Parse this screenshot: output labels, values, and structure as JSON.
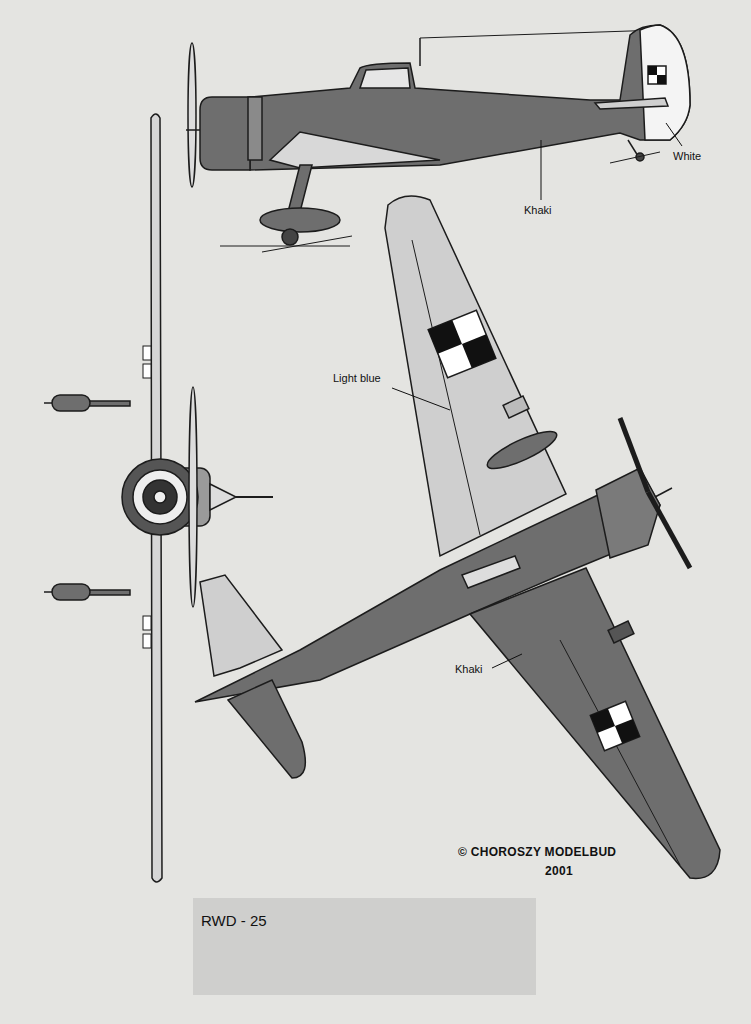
{
  "diagram": {
    "nodes": [
      {
        "text": [
          "RWD - 25"
        ]
      }
    ],
    "labels": [
      "White",
      "Khaki",
      "Light blue",
      "Khaki",
      "© CHOROSZY MODELBUD",
      "2001"
    ]
  }
}
